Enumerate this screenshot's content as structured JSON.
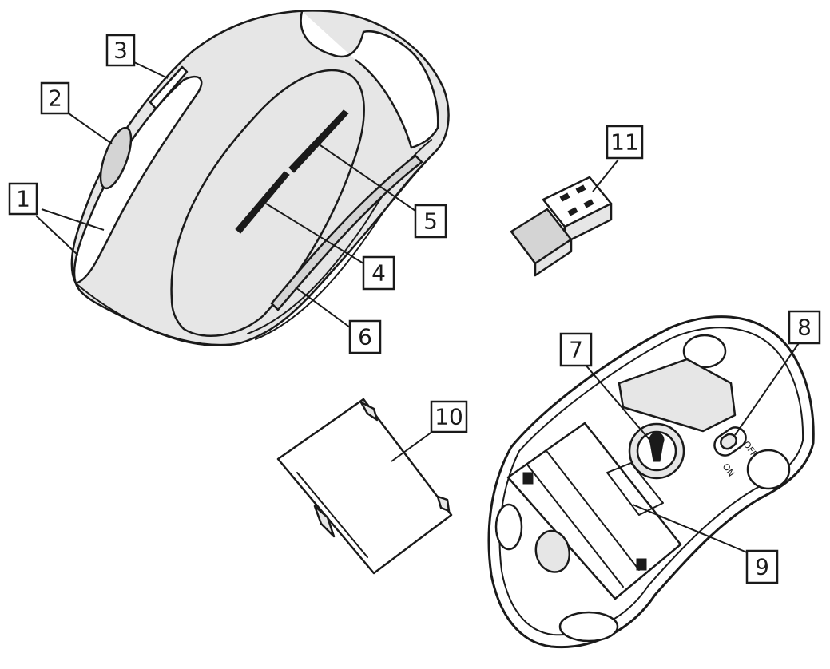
{
  "callouts": [
    {
      "id": "1",
      "label": "1"
    },
    {
      "id": "2",
      "label": "2"
    },
    {
      "id": "3",
      "label": "3"
    },
    {
      "id": "4",
      "label": "4"
    },
    {
      "id": "5",
      "label": "5"
    },
    {
      "id": "6",
      "label": "6"
    },
    {
      "id": "7",
      "label": "7"
    },
    {
      "id": "8",
      "label": "8"
    },
    {
      "id": "9",
      "label": "9"
    },
    {
      "id": "10",
      "label": "10"
    },
    {
      "id": "11",
      "label": "11"
    }
  ],
  "switch_labels": {
    "off": "OFF",
    "on": "ON"
  }
}
